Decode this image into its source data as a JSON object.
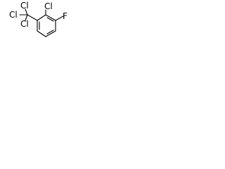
{
  "molecule": {
    "atoms": {
      "ring_chlorine": "Cl",
      "methyl_chlorine_left": "Cl",
      "methyl_chlorine_top": "Cl",
      "methyl_chlorine_bottom": "Cl",
      "fluorine": "F"
    }
  },
  "colors": {
    "bond": "#000000",
    "label": "#000000",
    "background": "#ffffff"
  }
}
